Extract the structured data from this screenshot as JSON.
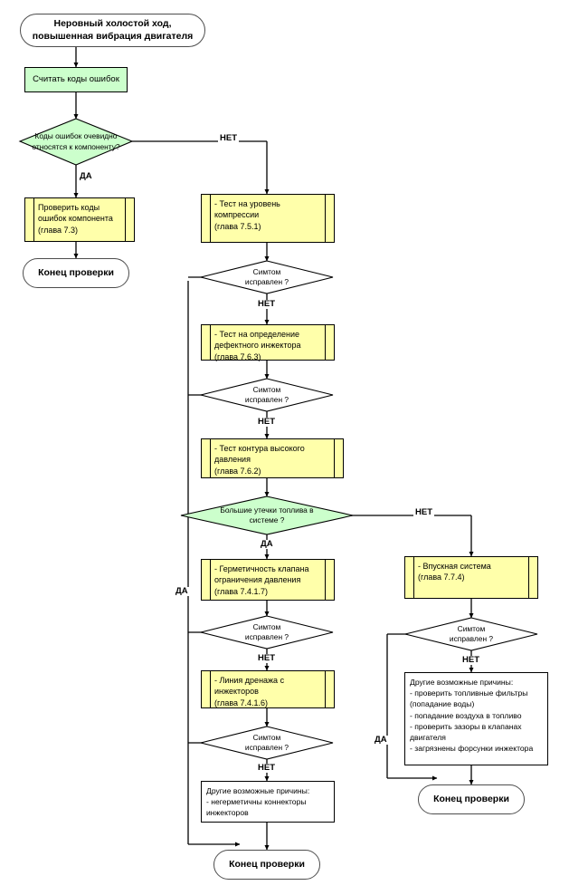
{
  "diagram": {
    "title_node": {
      "label": "Неровный холостой ход, повышенная вибрация двигателя",
      "shape": "terminator"
    },
    "nodes": [
      {
        "id": "read_codes",
        "label": "Считать коды ошибок",
        "shape": "process",
        "color": "#ccffcc"
      },
      {
        "id": "d_codes_related",
        "label_line1": "Коды ошибок очевидно",
        "label_line2": "относятся к компоненту?",
        "shape": "decision",
        "color": "#ccffcc"
      },
      {
        "id": "check_component_codes",
        "line1": "Проверить коды",
        "line2": "ошибок компонента",
        "line3": "(глава 7.3)",
        "shape": "predefined",
        "color": "#ffffaa"
      },
      {
        "id": "end_left",
        "label": "Конец проверки",
        "shape": "terminator"
      },
      {
        "id": "compression_test",
        "line1": "- Тест на уровень",
        "line2": "компрессии",
        "line3": "(глава 7.5.1)",
        "shape": "predefined",
        "color": "#ffffaa"
      },
      {
        "id": "d_symptom_1",
        "label_line1": "Симтом",
        "label_line2": "исправлен ?",
        "shape": "decision",
        "color": "#ffffff"
      },
      {
        "id": "injector_defect_test",
        "line1": "- Тест на определение",
        "line2": "дефектного инжектора",
        "line3": "(глава 7.6.3)",
        "shape": "predefined",
        "color": "#ffffaa"
      },
      {
        "id": "d_symptom_2",
        "label_line1": "Симтом",
        "label_line2": "исправлен ?",
        "shape": "decision",
        "color": "#ffffff"
      },
      {
        "id": "high_pressure_test",
        "line1": "- Тест контура высокого",
        "line2": "давления",
        "line3": "(глава 7.6.2)",
        "shape": "predefined",
        "color": "#ffffaa"
      },
      {
        "id": "d_fuel_leaks",
        "label_line1": "Большие утечки топлива в",
        "label_line2": "системе ?",
        "shape": "decision",
        "color": "#ccffcc"
      },
      {
        "id": "valve_tightness",
        "line1": "- Герметичность клапана",
        "line2": "ограничения давления",
        "line3": "(глава 7.4.1.7)",
        "shape": "predefined",
        "color": "#ffffaa"
      },
      {
        "id": "d_symptom_3",
        "label_line1": "Симтом",
        "label_line2": "исправлен ?",
        "shape": "decision",
        "color": "#ffffff"
      },
      {
        "id": "drain_line",
        "line1": "- Линия дренажа с",
        "line2": "инжекторов",
        "line3": "(глава 7.4.1.6)",
        "shape": "predefined",
        "color": "#ffffaa"
      },
      {
        "id": "d_symptom_4",
        "label_line1": "Симтом",
        "label_line2": "исправлен ?",
        "shape": "decision",
        "color": "#ffffff"
      },
      {
        "id": "other_causes_left",
        "line1": "Другие возможные причины:",
        "line2": "- негерметичны коннекторы",
        "line3": "инжекторов",
        "shape": "note",
        "color": "#ffffff"
      },
      {
        "id": "end_bottom_left",
        "label": "Конец проверки",
        "shape": "terminator"
      },
      {
        "id": "intake_system",
        "line1": "- Впускная система",
        "line2": "(глава 7.7.4)",
        "shape": "predefined",
        "color": "#ffffaa"
      },
      {
        "id": "d_symptom_5",
        "label_line1": "Симтом",
        "label_line2": "исправлен ?",
        "shape": "decision",
        "color": "#ffffff"
      },
      {
        "id": "other_causes_right",
        "line1": "Другие возможные причины:",
        "line2": "- проверить топливные фильтры",
        "line3": "(попадание воды)",
        "line4": "- попадание воздуха в топливо",
        "line5": "- проверить зазоры в клапанах",
        "line6": "двигателя",
        "line7": "- загрязнены форсунки инжектора",
        "shape": "note",
        "color": "#ffffff"
      },
      {
        "id": "end_bottom_right",
        "label": "Конец проверки",
        "shape": "terminator"
      }
    ],
    "edge_labels": {
      "no_top": "НЕТ",
      "yes_top": "ДА",
      "no_1": "НЕТ",
      "no_2": "НЕТ",
      "no_leaks": "НЕТ",
      "yes_leaks": "ДА",
      "yes_left_trunk": "ДА",
      "no_3": "НЕТ",
      "no_4": "НЕТ",
      "no_5": "НЕТ",
      "yes_right_trunk": "ДА"
    },
    "colors": {
      "green_fill": "#ccffcc",
      "yellow_fill": "#ffffaa",
      "white_fill": "#ffffff",
      "stroke": "#000000",
      "terminator_stroke": "#4d4d4d"
    }
  }
}
